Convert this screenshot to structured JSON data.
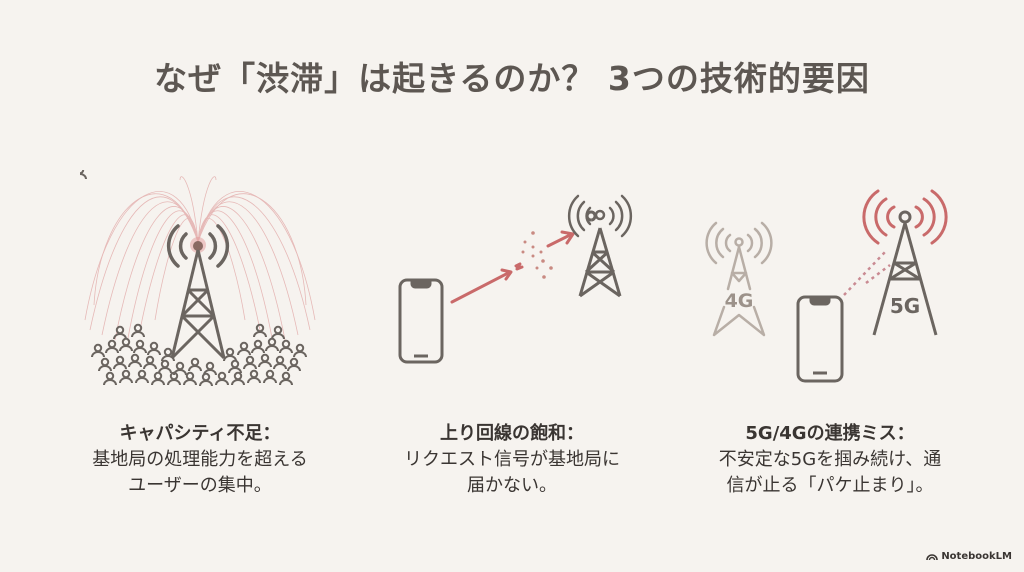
{
  "slide": {
    "title": "なぜ「渋滞」は起きるのか？ 3つの技術的要因",
    "colors": {
      "background": "#f6f3ef",
      "icon_gray": "#6b6560",
      "accent_red": "#c96a6a",
      "faded_gray": "#b8aea6"
    }
  },
  "panels": [
    {
      "illustration": "overloaded-tower-with-crowd",
      "heading": "キャパシティ不足：",
      "lines": [
        "基地局の処理能力を超える",
        "ユーザーの集中。"
      ]
    },
    {
      "illustration": "phone-uplink-signal-scattering",
      "heading": "上り回線の飽和：",
      "lines": [
        "リクエスト信号が基地局に",
        "届かない。"
      ]
    },
    {
      "illustration": "phone-between-4g-and-5g-towers",
      "heading": "5G/4Gの連携ミス：",
      "lines": [
        "不安定な5Gを掴み続け、通",
        "信が止る「パケ止まり」。"
      ],
      "tower_labels": [
        "4G",
        "5G"
      ]
    }
  ],
  "footer": {
    "brand": "NotebookLM"
  }
}
